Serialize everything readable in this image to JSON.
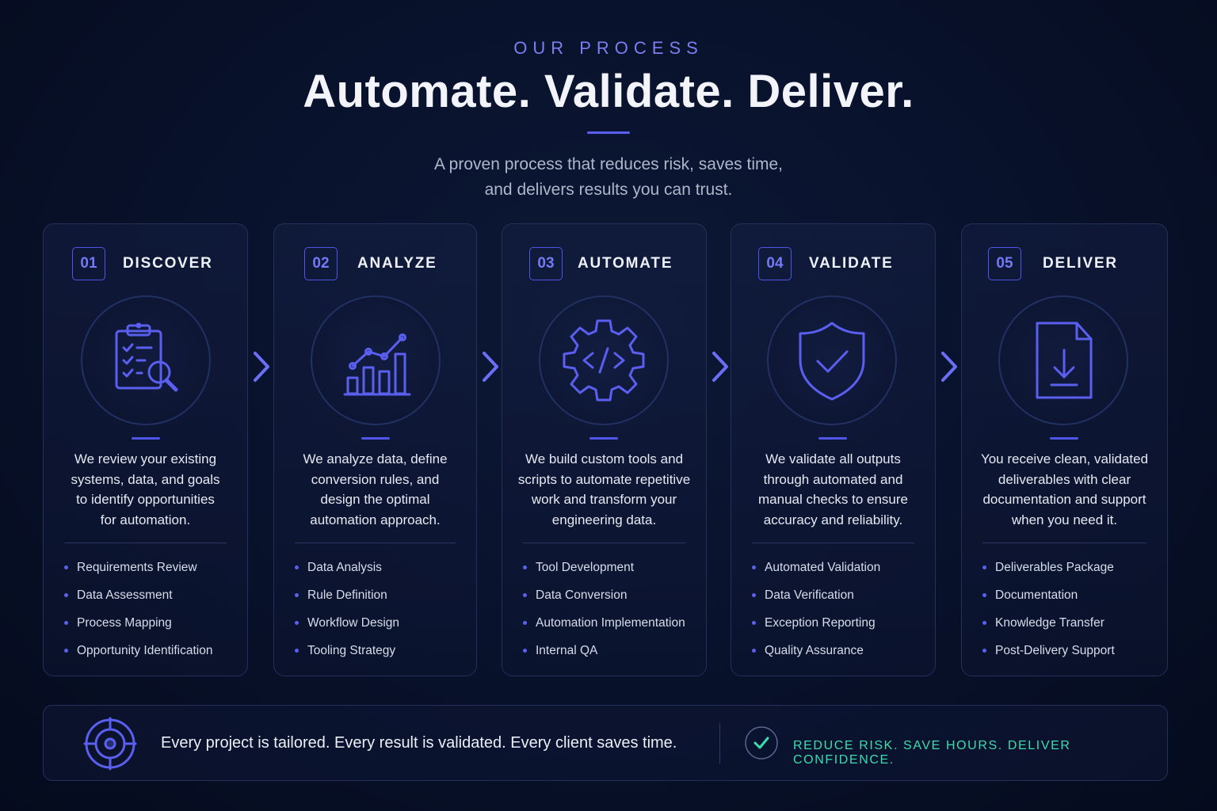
{
  "header": {
    "eyebrow": "OUR PROCESS",
    "title": "Automate. Validate. Deliver.",
    "subtitle_lines": [
      "A proven process that reduces risk, saves time,",
      "and delivers results you can trust."
    ]
  },
  "steps": [
    {
      "number": "01",
      "name": "DISCOVER",
      "icon": "clipboard-search-icon",
      "desc_lines": [
        "We review your existing",
        "systems, data, and goals",
        "to identify opportunities",
        "for automation."
      ],
      "bullets": [
        "Requirements Review",
        "Data Assessment",
        "Process Mapping",
        "Opportunity Identification"
      ]
    },
    {
      "number": "02",
      "name": "ANALYZE",
      "icon": "bar-chart-icon",
      "desc_lines": [
        "We analyze data, define",
        "conversion rules, and",
        "design the optimal",
        "automation approach."
      ],
      "bullets": [
        "Data Analysis",
        "Rule Definition",
        "Workflow Design",
        "Tooling Strategy"
      ]
    },
    {
      "number": "03",
      "name": "AUTOMATE",
      "icon": "gear-code-icon",
      "desc_lines": [
        "We build custom tools and",
        "scripts to automate repetitive",
        "work and transform your",
        "engineering data."
      ],
      "bullets": [
        "Tool Development",
        "Data Conversion",
        "Automation Implementation",
        "Internal QA"
      ]
    },
    {
      "number": "04",
      "name": "VALIDATE",
      "icon": "shield-check-icon",
      "desc_lines": [
        "We validate all outputs",
        "through automated and",
        "manual checks to ensure",
        "accuracy and reliability."
      ],
      "bullets": [
        "Automated Validation",
        "Data Verification",
        "Exception Reporting",
        "Quality Assurance"
      ]
    },
    {
      "number": "05",
      "name": "DELIVER",
      "icon": "document-download-icon",
      "desc_lines": [
        "You receive clean, validated",
        "deliverables with clear",
        "documentation and support",
        "when you need it."
      ],
      "bullets": [
        "Deliverables Package",
        "Documentation",
        "Knowledge Transfer",
        "Post-Delivery Support"
      ]
    }
  ],
  "footer": {
    "statement": "Every project is tailored. Every result is validated. Every client saves time.",
    "tagline": "REDUCE RISK. SAVE HOURS. DELIVER CONFIDENCE."
  },
  "colors": {
    "accent": "#5b5ff0",
    "tagline": "#3ddbb0",
    "background": "#08112a"
  }
}
